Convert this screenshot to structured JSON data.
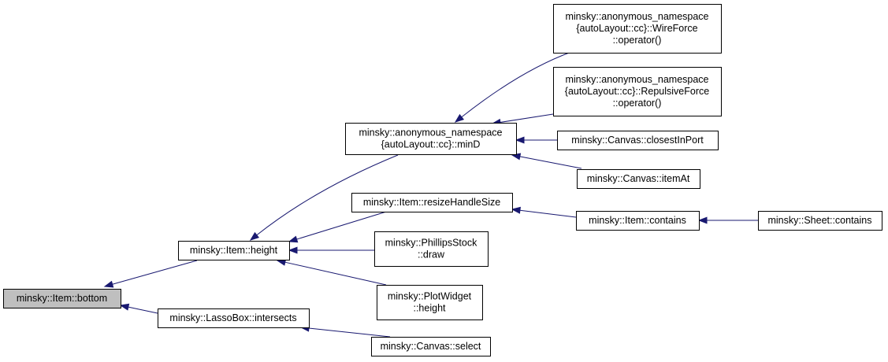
{
  "colors": {
    "node_fill": "#ffffff",
    "highlight_fill": "#bfbfbf",
    "edge": "#191970",
    "border": "#000000"
  },
  "nodes": [
    {
      "id": "bottom",
      "lines": [
        "minsky::Item::bottom"
      ],
      "highlight": true
    },
    {
      "id": "height",
      "lines": [
        "minsky::Item::height"
      ]
    },
    {
      "id": "lasso",
      "lines": [
        "minsky::LassoBox::intersects"
      ]
    },
    {
      "id": "minD",
      "lines": [
        "minsky::anonymous_namespace",
        "{autoLayout::cc}::minD"
      ]
    },
    {
      "id": "resize",
      "lines": [
        "minsky::Item::resizeHandleSize"
      ]
    },
    {
      "id": "phillips",
      "lines": [
        "minsky::PhillipsStock",
        "::draw"
      ]
    },
    {
      "id": "plot",
      "lines": [
        "minsky::PlotWidget",
        "::height"
      ]
    },
    {
      "id": "select",
      "lines": [
        "minsky::Canvas::select"
      ]
    },
    {
      "id": "wire",
      "lines": [
        "minsky::anonymous_namespace",
        "{autoLayout::cc}::WireForce",
        "::operator()"
      ]
    },
    {
      "id": "repulsive",
      "lines": [
        "minsky::anonymous_namespace",
        "{autoLayout::cc}::RepulsiveForce",
        "::operator()"
      ]
    },
    {
      "id": "closest",
      "lines": [
        "minsky::Canvas::closestInPort"
      ]
    },
    {
      "id": "itemAt",
      "lines": [
        "minsky::Canvas::itemAt"
      ]
    },
    {
      "id": "contains",
      "lines": [
        "minsky::Item::contains"
      ]
    },
    {
      "id": "sheet",
      "lines": [
        "minsky::Sheet::contains"
      ]
    }
  ],
  "edges": [
    {
      "from": "height",
      "to": "bottom"
    },
    {
      "from": "lasso",
      "to": "bottom"
    },
    {
      "from": "minD",
      "to": "height"
    },
    {
      "from": "resize",
      "to": "height"
    },
    {
      "from": "phillips",
      "to": "height"
    },
    {
      "from": "plot",
      "to": "height"
    },
    {
      "from": "wire",
      "to": "minD"
    },
    {
      "from": "repulsive",
      "to": "minD"
    },
    {
      "from": "closest",
      "to": "minD"
    },
    {
      "from": "itemAt",
      "to": "minD"
    },
    {
      "from": "contains",
      "to": "resize"
    },
    {
      "from": "sheet",
      "to": "contains"
    },
    {
      "from": "select",
      "to": "lasso"
    }
  ]
}
